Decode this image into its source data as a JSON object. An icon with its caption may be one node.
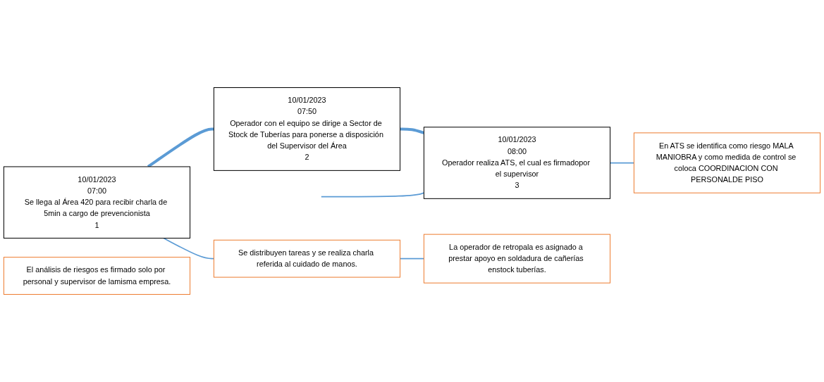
{
  "diagram": {
    "nodes": [
      {
        "text": [
          "10/01/2023",
          "07:00",
          "Se llega al Área 420 para recibir charla de 5min a cargo de prevencionista",
          "1"
        ]
      },
      {
        "text": [
          "10/01/2023",
          "07:50",
          "Operador con el equipo se dirige a Sector de Stock de Tuberías para ponerse a disposición del Supervisor del Área",
          "2"
        ]
      },
      {
        "text": [
          "10/01/2023",
          "08:00",
          "Operador realiza ATS, el cual es firmadopor el supervisor",
          "3"
        ]
      },
      {
        "text": [
          "Se distribuyen tareas y se realiza charla referida al cuidado de manos."
        ]
      },
      {
        "text": [
          "La operador de retropala es asignado a prestar apoyo en soldadura de cañerías enstock tuberías."
        ]
      },
      {
        "text": [
          "En ATS se identifica como riesgo MALA MANIOBRA y como medida de control se coloca COORDINACION CON PERSONALDE PISO"
        ]
      },
      {
        "text": [
          "El análisis de riesgos es firmado solo por personal y supervisor de lamisma empresa."
        ]
      }
    ],
    "edges": [
      {
        "from": 0,
        "to": 1,
        "arrow": "none",
        "style": "thick"
      },
      {
        "from": 1,
        "to": 2,
        "arrow": "none",
        "style": "thick"
      },
      {
        "from": 0,
        "to": 3,
        "arrow": "none"
      },
      {
        "from": 3,
        "to": 4,
        "arrow": "none"
      },
      {
        "from": null,
        "to": 2,
        "arrow": "none"
      },
      {
        "from": 2,
        "to": 5,
        "arrow": "none"
      }
    ]
  }
}
